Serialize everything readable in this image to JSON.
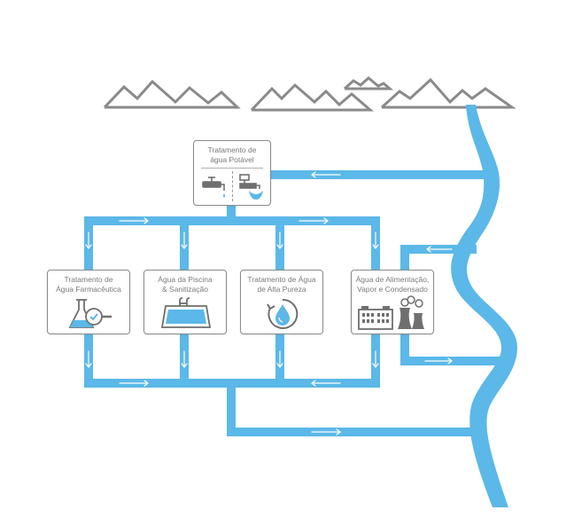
{
  "colors": {
    "water": "#5bb8e8",
    "stroke": "#7a7a7a",
    "mountain": "#8a8a8a",
    "arrow": "#ffffff"
  },
  "boxes": {
    "potable": {
      "label": "Tratamento de\nágua Potável",
      "icons": [
        "faucet-icon",
        "filter-tap-icon"
      ]
    },
    "pharma": {
      "label": "Tratamento de\nÁgua Farmacêutica",
      "icons": [
        "flask-check-icon"
      ]
    },
    "pool": {
      "label": "Água da Piscina\n& Sanitização",
      "icons": [
        "pool-icon"
      ]
    },
    "purity": {
      "label": "Tratamento de Água\nde Alta Pureza",
      "icons": [
        "water-cycle-drop-icon"
      ]
    },
    "steam": {
      "label": "Água de Alimentação,\nVapor e Condensado",
      "icons": [
        "factory-icon",
        "cooling-tower-icon"
      ]
    }
  }
}
